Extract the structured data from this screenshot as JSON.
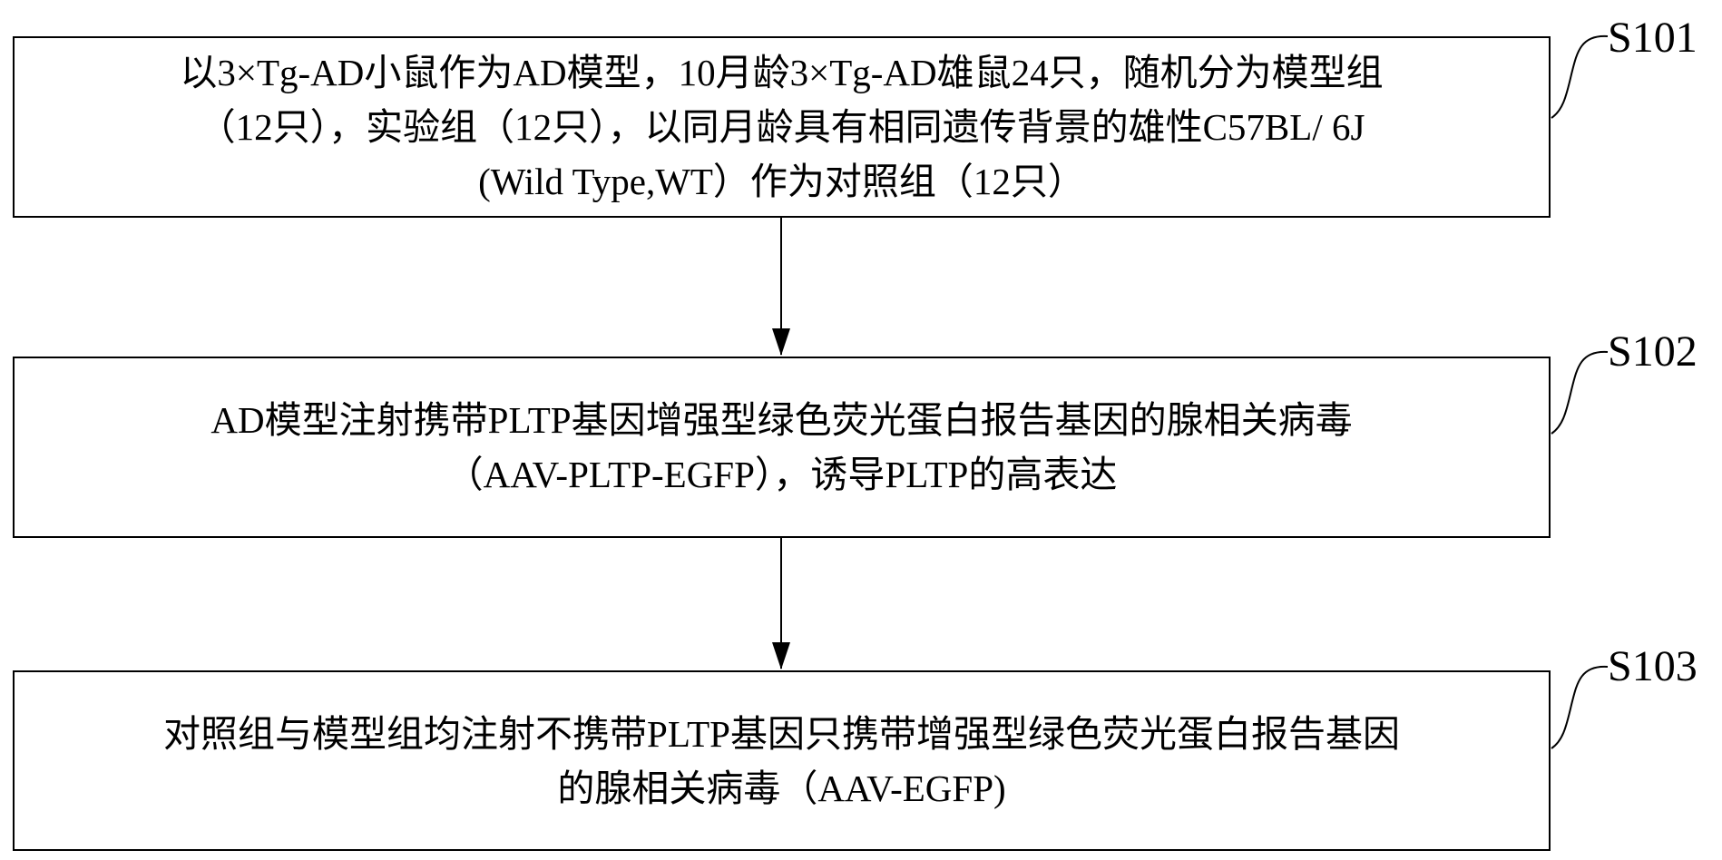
{
  "steps": [
    {
      "label": "S101",
      "lines": [
        "以3×Tg-AD小鼠作为AD模型，10月龄3×Tg-AD雄鼠24只，随机分为模型组",
        "（12只），实验组（12只），以同月龄具有相同遗传背景的雄性C57BL/ 6J",
        "(Wild Type,WT）作为对照组（12只）"
      ]
    },
    {
      "label": "S102",
      "lines": [
        "AD模型注射携带PLTP基因增强型绿色荧光蛋白报告基因的腺相关病毒",
        "（AAV-PLTP-EGFP），诱导PLTP的高表达"
      ]
    },
    {
      "label": "S103",
      "lines": [
        "对照组与模型组均注射不携带PLTP基因只携带增强型绿色荧光蛋白报告基因",
        "的腺相关病毒（AAV-EGFP)"
      ]
    }
  ],
  "colors": {
    "line": "#000000",
    "background": "#ffffff"
  }
}
